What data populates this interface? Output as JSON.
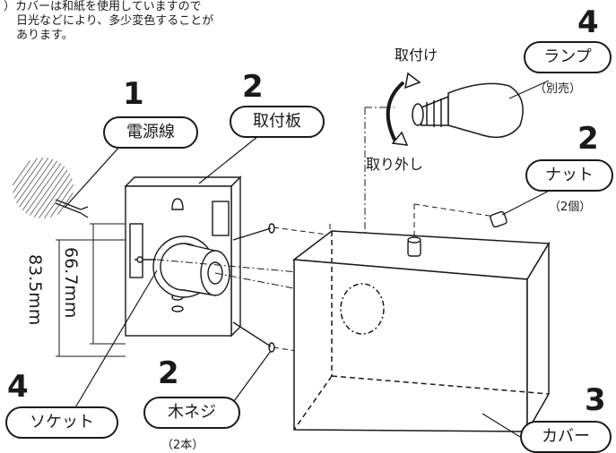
{
  "note": {
    "line1": "）カバーは和紙を使用していますので",
    "line2": "日光などにより、多少変色することが",
    "line3": "あります。"
  },
  "parts": {
    "power_cord": {
      "number": "1",
      "label": "電源線"
    },
    "mount_plate": {
      "number": "2",
      "label": "取付板"
    },
    "lamp": {
      "number": "4",
      "label": "ランプ",
      "sub": "（別売）"
    },
    "nut": {
      "number": "2",
      "label": "ナット",
      "sub": "（2個）"
    },
    "socket": {
      "number": "4",
      "label": "ソケット"
    },
    "wood_screw": {
      "number": "2",
      "label": "木ネジ",
      "sub": "（2本）"
    },
    "cover": {
      "number": "3",
      "label": "カバー"
    }
  },
  "actions": {
    "install": "取付け",
    "remove": "取り外し"
  },
  "dimensions": {
    "inner": "66.7mm",
    "outer": "83.5mm"
  }
}
